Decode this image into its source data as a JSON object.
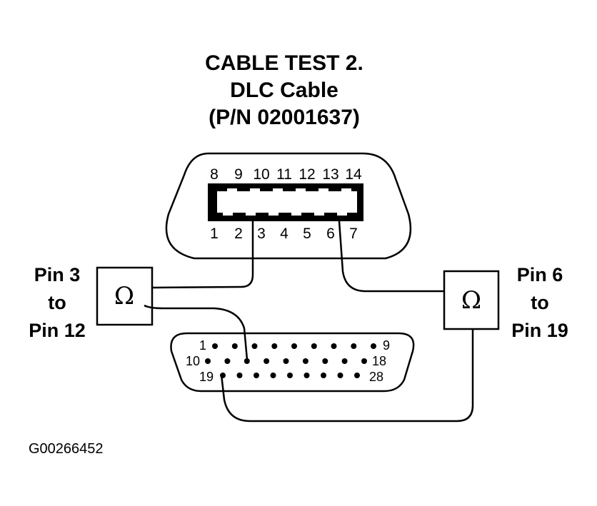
{
  "title": {
    "line1": "CABLE TEST 2.",
    "line2": "DLC Cable",
    "line3": "(P/N 02001637)"
  },
  "dlc_connector": {
    "top_pins": [
      "8",
      "9",
      "10",
      "11",
      "12",
      "13",
      "14"
    ],
    "bottom_pins": [
      "1",
      "2",
      "3",
      "4",
      "5",
      "6",
      "7"
    ]
  },
  "db_connector": {
    "row1_first": "1",
    "row1_last": "9",
    "row2_first": "10",
    "row2_last": "18",
    "row3_first": "19",
    "row3_last": "28"
  },
  "left_test": {
    "meter_symbol": "Ω",
    "line1": "Pin 3",
    "line2": "to",
    "line3": "Pin 12"
  },
  "right_test": {
    "meter_symbol": "Ω",
    "line1": "Pin 6",
    "line2": "to",
    "line3": "Pin 19"
  },
  "figure_id": "G00266452"
}
